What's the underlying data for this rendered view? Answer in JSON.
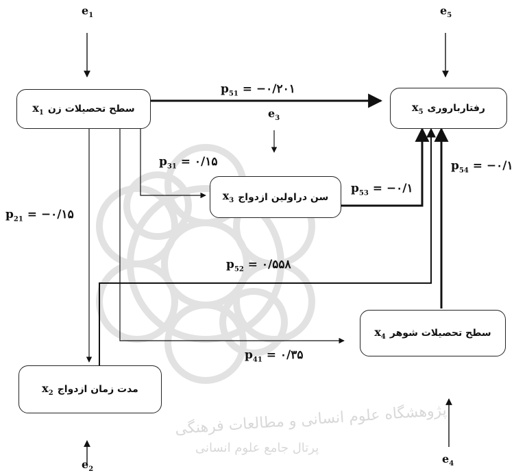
{
  "nodes": {
    "x1": {
      "label": "سطح تحصيلات زن",
      "var": "x",
      "sub": "1"
    },
    "x2": {
      "label": "مدت زمان ازدواج",
      "var": "x",
      "sub": "2"
    },
    "x3": {
      "label": "سن دراولين ازدواج",
      "var": "x",
      "sub": "3"
    },
    "x4": {
      "label": "سطح تحصيلات شوهر",
      "var": "x",
      "sub": "4"
    },
    "x5": {
      "label": "رفتارباروری",
      "var": "x",
      "sub": "5"
    }
  },
  "errors": {
    "e1": {
      "base": "e",
      "sub": "1"
    },
    "e2": {
      "base": "e",
      "sub": "2"
    },
    "e3": {
      "base": "e",
      "sub": "3"
    },
    "e4": {
      "base": "e",
      "sub": "4"
    },
    "e5": {
      "base": "e",
      "sub": "5"
    }
  },
  "paths": {
    "p51": {
      "base": "p",
      "sub": "51",
      "value": "= −۰/۲۰۱"
    },
    "p31": {
      "base": "p",
      "sub": "31",
      "value": "= ۰/۱۵"
    },
    "p53": {
      "base": "p",
      "sub": "53",
      "value": "= −۰/۱"
    },
    "p54": {
      "base": "p",
      "sub": "54",
      "value": "= −۰/۱"
    },
    "p21": {
      "base": "p",
      "sub": "21",
      "value": "= −۰/۱۵"
    },
    "p52": {
      "base": "p",
      "sub": "52",
      "value": "= ۰/۵۵۸"
    },
    "p41": {
      "base": "p",
      "sub": "41",
      "value": "= ۰/۳۵"
    }
  },
  "watermark": {
    "line1": "پژوهشگاه علوم انسانی و مطالعات فرهنگی",
    "line2": "پرتال جامع علوم انسانی"
  }
}
